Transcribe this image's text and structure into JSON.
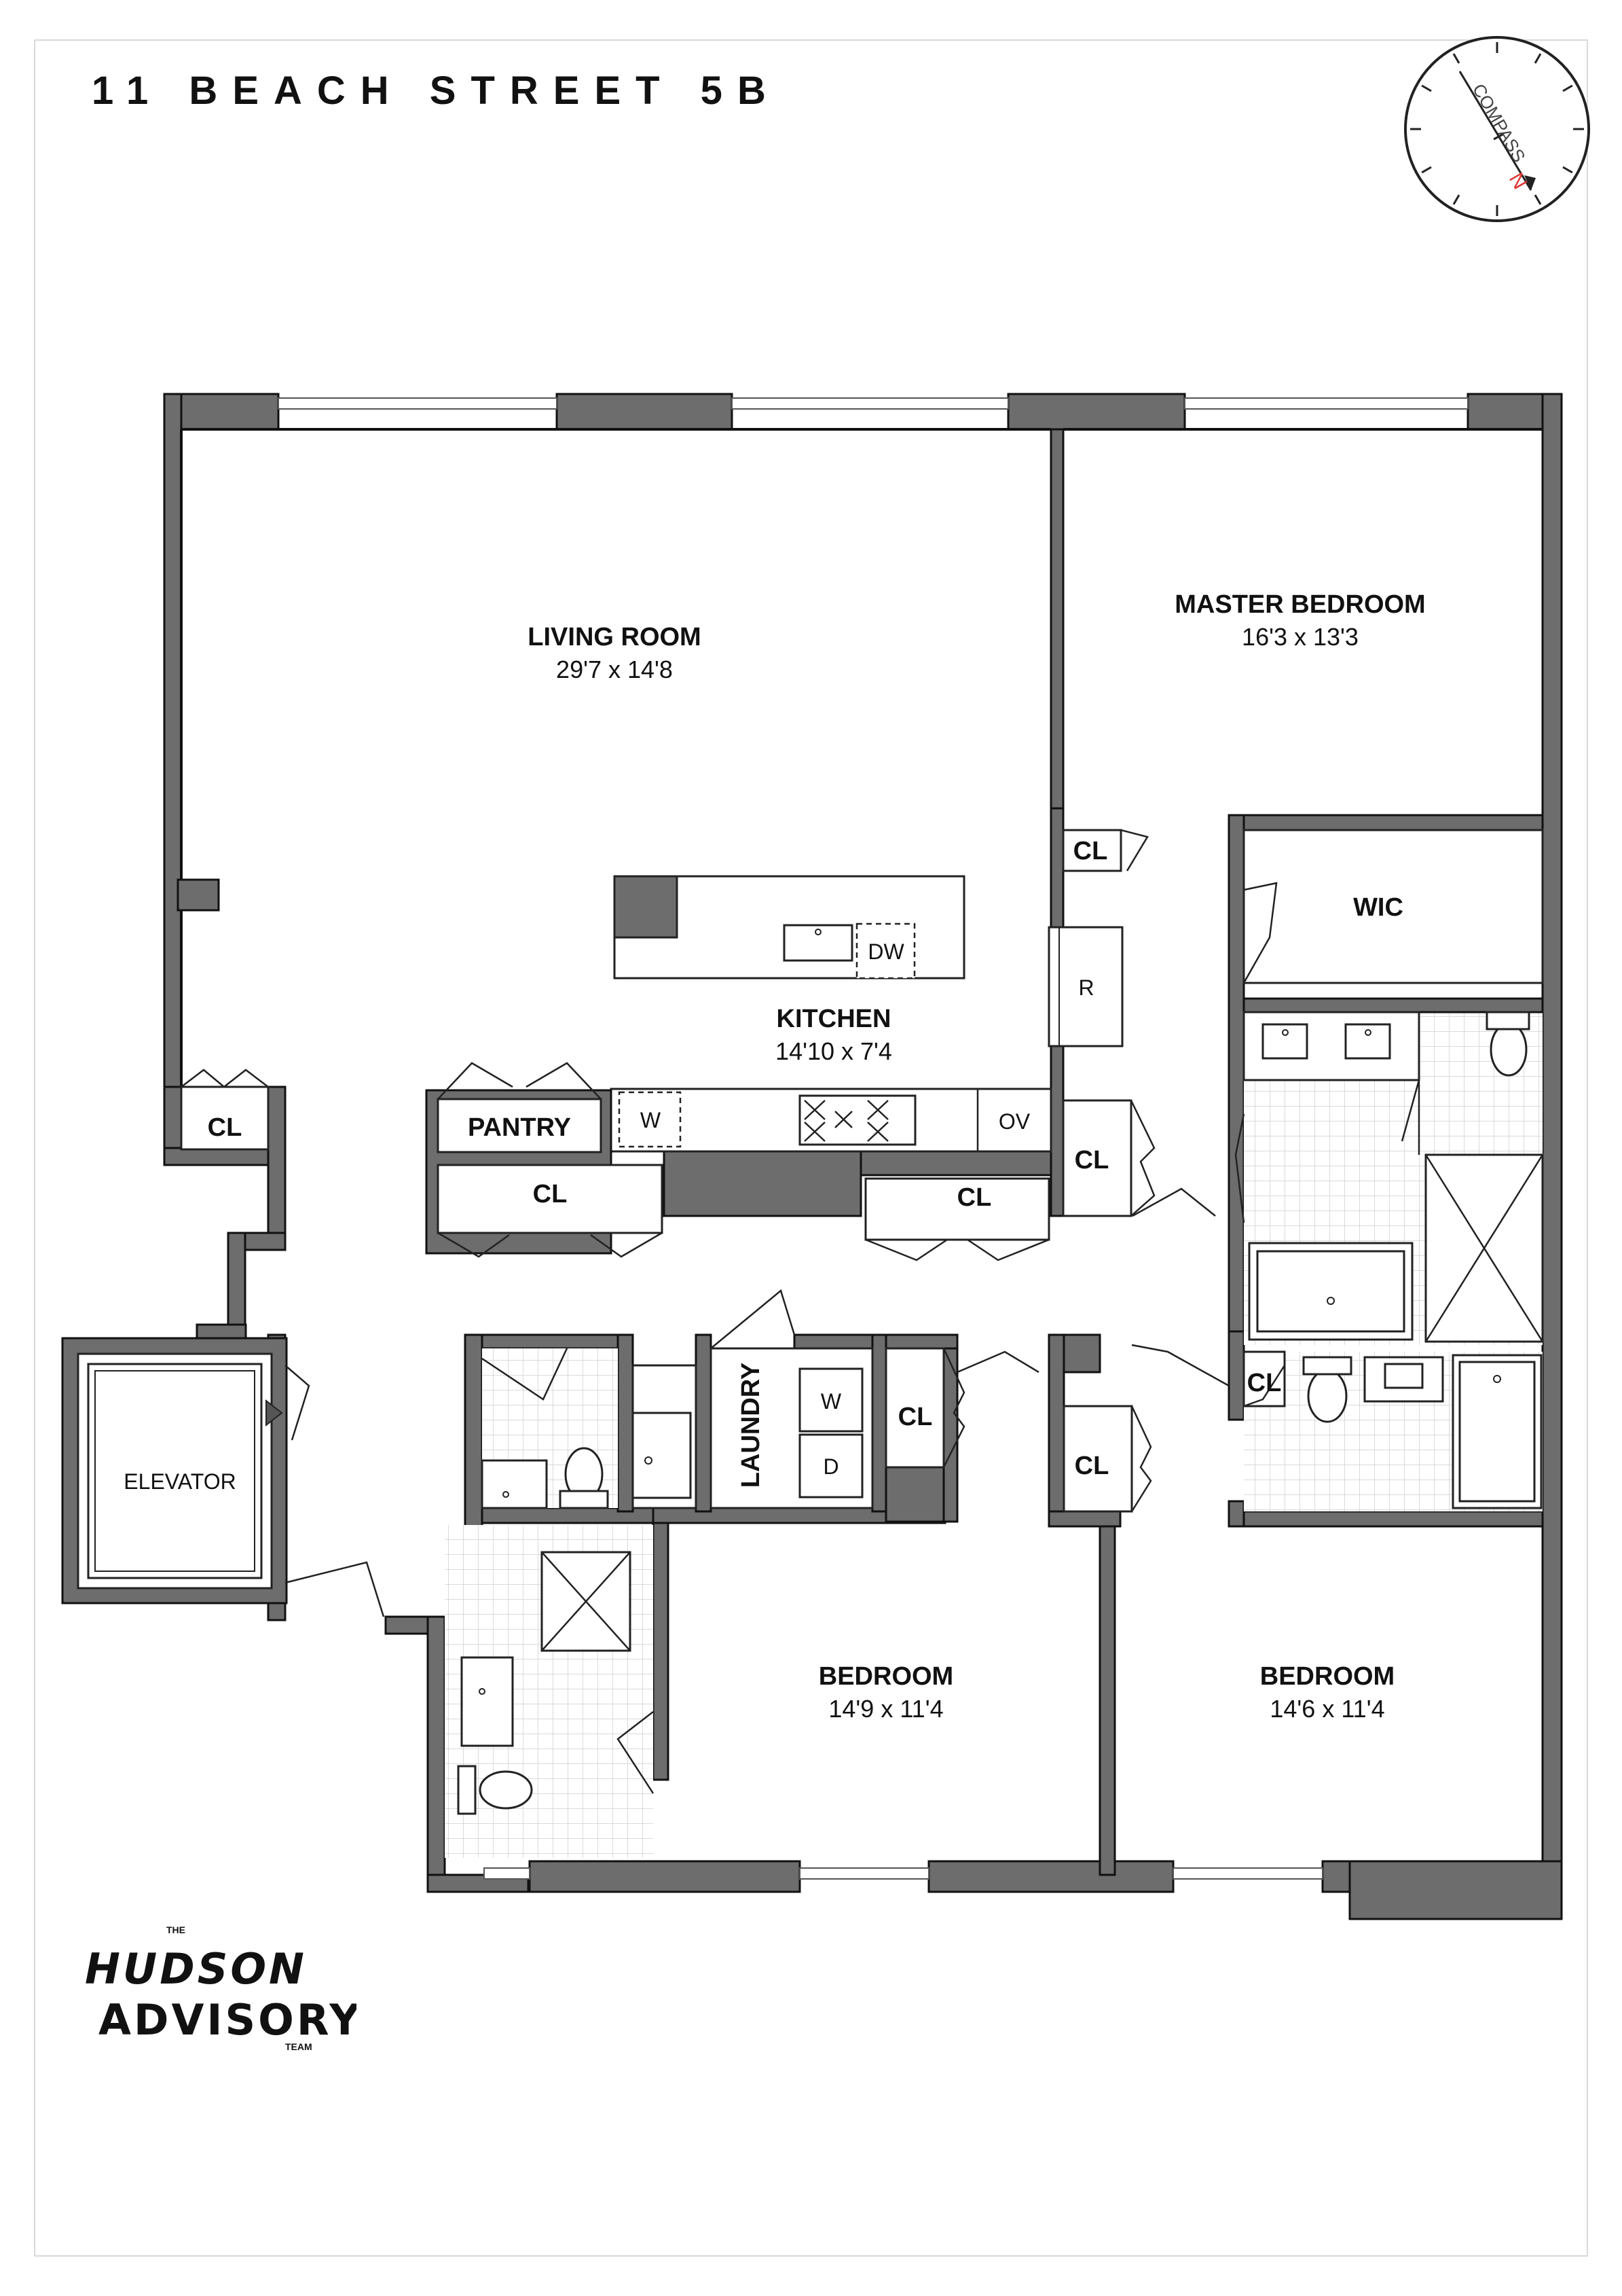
{
  "title": "11 BEACH STREET 5B",
  "compass": {
    "ring_text": "COMPASS",
    "north_letter": "N"
  },
  "rooms": {
    "living": {
      "name": "LIVING ROOM",
      "dims": "29'7 x 14'8"
    },
    "master": {
      "name": "MASTER BEDROOM",
      "dims": "16'3 x 13'3"
    },
    "kitchen": {
      "name": "KITCHEN",
      "dims": "14'10 x 7'4"
    },
    "bedroom_left": {
      "name": "BEDROOM",
      "dims": "14'9 x 11'4"
    },
    "bedroom_right": {
      "name": "BEDROOM",
      "dims": "14'6 x 11'4"
    },
    "wic": "WIC",
    "pantry": "PANTRY",
    "laundry": "LAUNDRY",
    "elevator": "ELEVATOR"
  },
  "closets": {
    "cl_left": "CL",
    "cl_master": "CL",
    "cl_kitchen_right": "CL",
    "cl_lower_left": "CL",
    "cl_lower_right": "CL",
    "cl_laundry": "CL",
    "cl_bedroom_right": "CL",
    "cl_bath_master": "CL"
  },
  "appliances": {
    "dishwasher": "DW",
    "refrigerator": "R",
    "wine": "W",
    "oven": "OV",
    "washer": "W",
    "dryer": "D"
  },
  "brand": {
    "top": "THE",
    "line1": "HUDSON",
    "line2": "ADVISORY",
    "bottom": "TEAM"
  }
}
